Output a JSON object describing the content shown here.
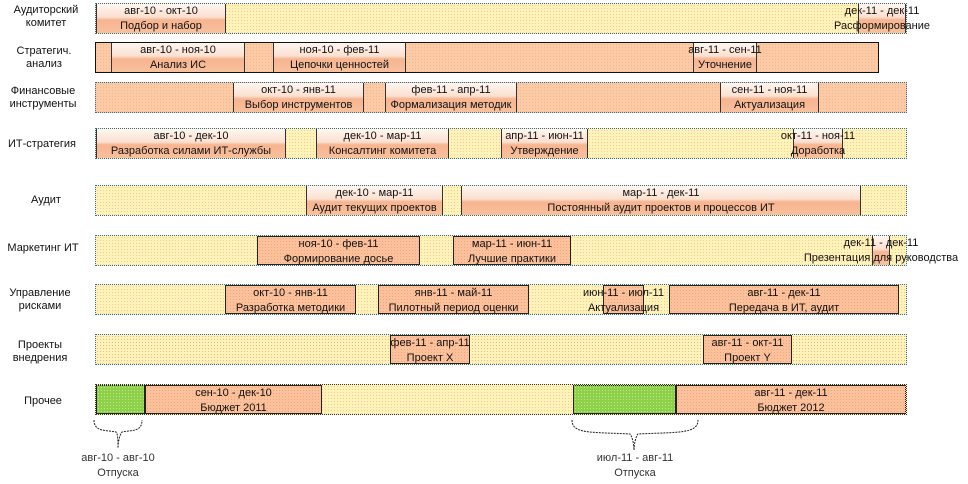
{
  "rows": [
    {
      "label": "Аудиторский комитет",
      "tasks": [
        {
          "dates": "авг-10 - окт-10",
          "title": "Подбор и набор"
        },
        {
          "dates": "дек-11 - дек-11",
          "title": "Расформирование"
        }
      ]
    },
    {
      "label": "Стратегич. анализ",
      "tasks": [
        {
          "dates": "авг-10 - ноя-10",
          "title": "Анализ ИС"
        },
        {
          "dates": "ноя-10 - фев-11",
          "title": "Цепочки ценностей"
        },
        {
          "dates": "авг-11 - сен-11",
          "title": "Уточнение"
        }
      ]
    },
    {
      "label": "Финансовые инструменты",
      "tasks": [
        {
          "dates": "окт-10 - янв-11",
          "title": "Выбор инструментов"
        },
        {
          "dates": "фев-11 - апр-11",
          "title": "Формализация методик"
        },
        {
          "dates": "сен-11 - ноя-11",
          "title": "Актуализация"
        }
      ]
    },
    {
      "label": "ИТ-стратегия",
      "tasks": [
        {
          "dates": "авг-10 - дек-10",
          "title": "Разработка силами ИТ-службы"
        },
        {
          "dates": "дек-10 - мар-11",
          "title": "Консалтинг комитета"
        },
        {
          "dates": "апр-11 - июн-11",
          "title": "Утверждение"
        },
        {
          "dates": "окт-11 - ноя-11",
          "title": "Доработка"
        }
      ]
    },
    {
      "label": "Аудит",
      "tasks": [
        {
          "dates": "дек-10 - мар-11",
          "title": "Аудит текущих проектов"
        },
        {
          "dates": "мар-11 - дек-11",
          "title": "Постоянный аудит проектов и процессов ИТ"
        }
      ]
    },
    {
      "label": "Маркетинг ИТ",
      "tasks": [
        {
          "dates": "ноя-10 - фев-11",
          "title": "Формирование досье"
        },
        {
          "dates": "мар-11 - июн-11",
          "title": "Лучшие практики"
        },
        {
          "dates": "дек-11 - дек-11",
          "title": "Презентация для руководства"
        }
      ]
    },
    {
      "label": "Управление рисками",
      "tasks": [
        {
          "dates": "окт-10 - янв-11",
          "title": "Разработка методики"
        },
        {
          "dates": "янв-11 - май-11",
          "title": "Пилотный период оценки"
        },
        {
          "dates": "июн-11 - июл-11",
          "title": "Актуализация"
        },
        {
          "dates": "авг-11 - дек-11",
          "title": "Передача в ИТ, аудит"
        }
      ]
    },
    {
      "label": "Проекты внедрения",
      "tasks": [
        {
          "dates": "фев-11 - апр-11",
          "title": "Проект X"
        },
        {
          "dates": "авг-11 - окт-11",
          "title": "Проект Y"
        }
      ]
    },
    {
      "label": "Прочее",
      "tasks": [
        {
          "dates": "сен-10 - дек-10",
          "title": "Бюджет 2011"
        },
        {
          "dates": "авг-11 - дек-11",
          "title": "Бюджет 2012"
        }
      ]
    }
  ],
  "vacations": [
    {
      "dates": "авг-10 - авг-10",
      "title": "Отпуска"
    },
    {
      "dates": "июл-11 - авг-11",
      "title": "Отпуска"
    }
  ],
  "colors": {
    "track_yellow": "#fff3b8",
    "task_orange": "#fcc09a",
    "vacation_green": "#8ed04a",
    "border_blue": "#2a6f9e"
  }
}
